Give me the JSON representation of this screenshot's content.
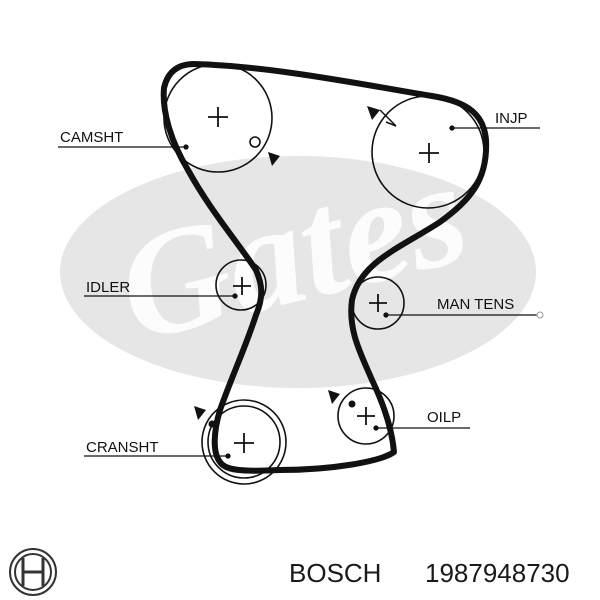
{
  "diagram": {
    "labels": {
      "camshaft": "CAMSHT",
      "injection_pump": "INJP",
      "idler": "IDLER",
      "manual_tensioner": "MAN TENS",
      "crankshaft": "CRANSHT",
      "oil_pump": "OILP"
    },
    "watermark_logo": "Gates"
  },
  "footer": {
    "brand": "BOSCH",
    "part_number": "1987948730"
  },
  "colors": {
    "belt": "#111111",
    "watermark": "#e6e6e6",
    "logo": "#333333"
  }
}
